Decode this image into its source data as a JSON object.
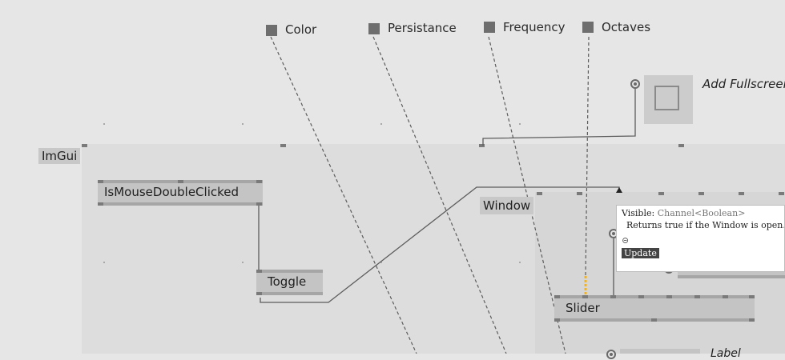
{
  "inputs": {
    "color": "Color",
    "persistance": "Persistance",
    "frequency": "Frequency",
    "octaves": "Octaves"
  },
  "add_fullscreen_label": "Add Fullscreen",
  "region_label": "ImGui",
  "nodes": {
    "is_mouse_double_clicked": "IsMouseDoubleClicked",
    "toggle": "Toggle",
    "window": "Window",
    "slider": "Slider"
  },
  "tooltip": {
    "pin_name": "Visible:",
    "pin_type": "Channel<Boolean>",
    "description": "Returns true if the Window is open. S",
    "icon": "⊝",
    "update_label": "Update"
  },
  "partial_labels": {
    "right_label": "Label"
  },
  "colors": {
    "background": "#e6e6e6",
    "region": "#dddddd",
    "node": "#c4c4c4",
    "link_highlight": "#f0b429"
  }
}
